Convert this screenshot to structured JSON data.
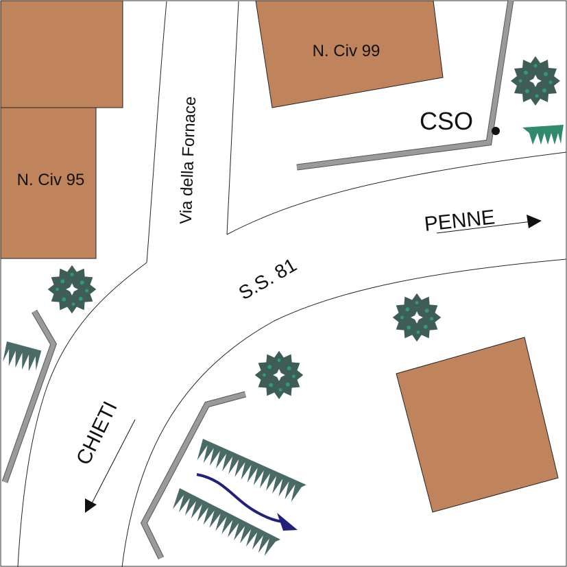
{
  "labels": {
    "building_95": "N. Civ 95",
    "building_99": "N. Civ 99",
    "street_fornace": "Via della Fornace",
    "highway": "S.S. 81",
    "cso": "CSO",
    "dir_penne": "PENNE",
    "dir_chieti": "CHIETI"
  },
  "colors": {
    "building": "#bf845c",
    "wall_fill": "#9a9a9a",
    "wall_edge": "#555555",
    "tree_dark": "#3f5d57",
    "tree_light": "#2e9c72",
    "hedge": "#4a6a66",
    "hedge_green": "#2f8a6e",
    "flow_arrow": "#23207a",
    "ink": "#111111"
  },
  "icons": [
    "tree-icon",
    "hedge-icon",
    "cso-point-icon",
    "arrow-right-icon",
    "arrow-down-left-icon",
    "flow-arrow-icon"
  ]
}
